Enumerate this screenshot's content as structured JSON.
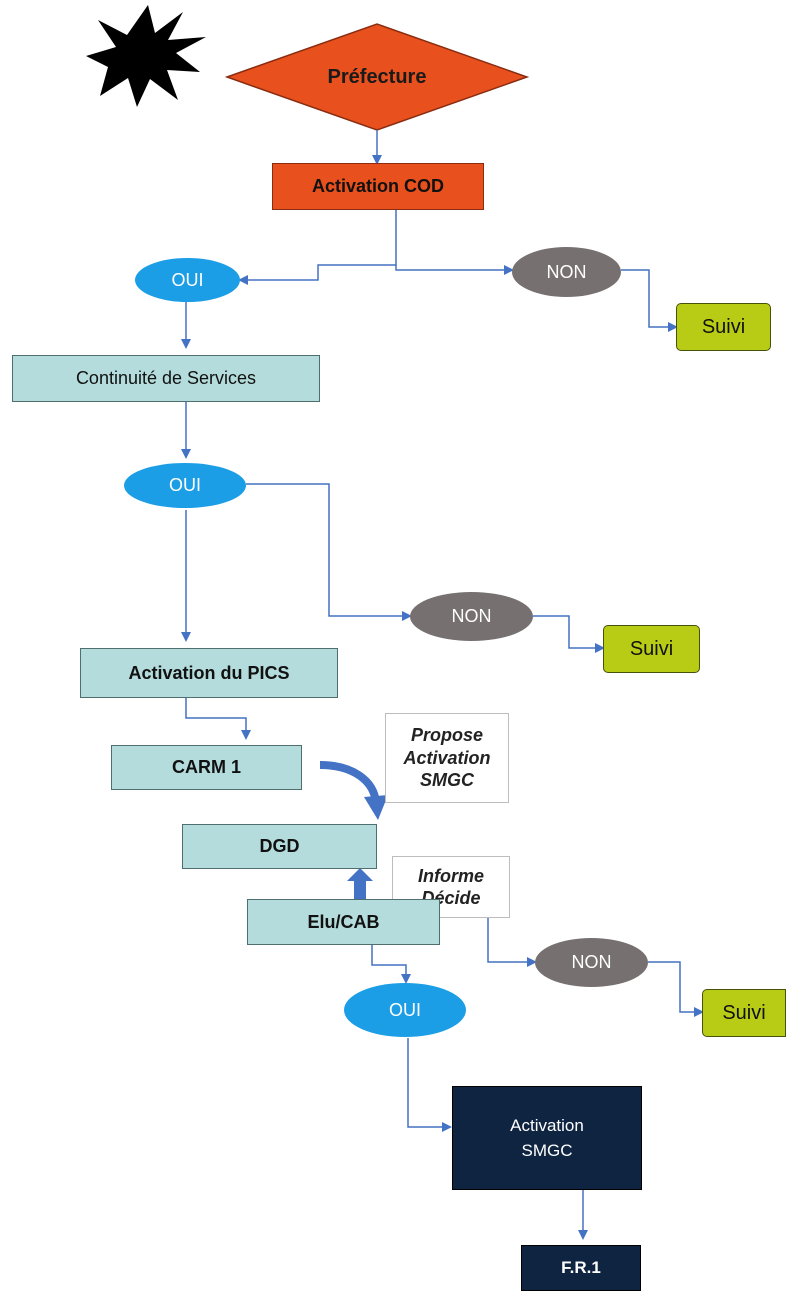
{
  "colors": {
    "connector": "#4472c4",
    "thick_arrow": "#4472c4",
    "prefecture": "#e8501e",
    "activation_cod": "#e8501e",
    "teal": "#b4dcdc",
    "oui": "#1c9ee6",
    "non": "#767070",
    "suivi": "#b8cc16",
    "navy": "#0e2440",
    "starburst": "#000000"
  },
  "icons": {
    "alert": "starburst-icon"
  },
  "nodes": {
    "prefecture": "Préfecture",
    "activation_cod": "Activation COD",
    "oui_1": "OUI",
    "non_1": "NON",
    "suivi_1": "Suivi",
    "continuite": "Continuité de Services",
    "oui_2": "OUI",
    "non_2": "NON",
    "suivi_2": "Suivi",
    "activation_pics": "Activation du PICS",
    "carm": "CARM 1",
    "note_propose": {
      "line1": "Propose",
      "line2": "Activation",
      "line3": "SMGC"
    },
    "dgd": "DGD",
    "note_informe": {
      "line1": "Informe",
      "line2": "Décide"
    },
    "elu": "Elu/CAB",
    "non_3": "NON",
    "suivi_3": "Suivi",
    "oui_3": "OUI",
    "activation_smgc": {
      "line1": "Activation",
      "line2": "SMGC"
    },
    "fr1": "F.R.1"
  }
}
